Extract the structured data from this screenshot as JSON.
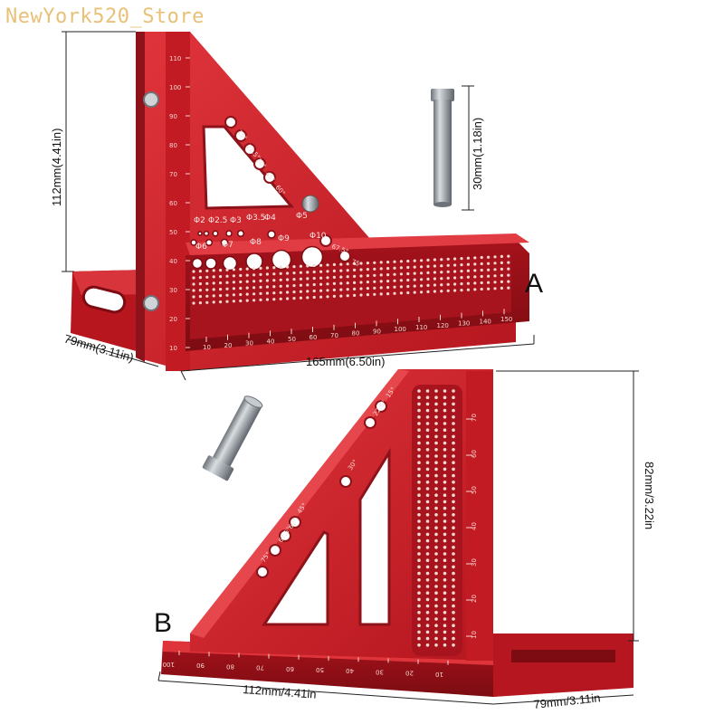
{
  "watermark": "NewYork520_Store",
  "product_a": {
    "label": "A",
    "height_dim": "112mm(4.41in)",
    "width_dim": "165mm(6.50in)",
    "depth_dim": "79mm(3.11in)",
    "pin_dim": "30mm(1.18in)",
    "hole_labels": [
      "Φ2",
      "Φ2.5",
      "Φ3",
      "Φ3.5",
      "Φ4",
      "Φ5",
      "Φ6",
      "Φ7",
      "Φ8",
      "Φ9",
      "Φ10"
    ],
    "angle_labels": [
      "15°",
      "22.5°",
      "30°",
      "45°",
      "60°",
      "67.5°",
      "75°"
    ],
    "bottom_scale": [
      "10",
      "20",
      "30",
      "40",
      "50",
      "60",
      "70",
      "80",
      "90",
      "100",
      "110",
      "120",
      "130",
      "140",
      "150"
    ],
    "left_scale": [
      "10",
      "20",
      "30",
      "40",
      "50",
      "60",
      "70",
      "80",
      "90",
      "100",
      "110"
    ]
  },
  "product_b": {
    "label": "B",
    "height_dim": "82mm/3.22in",
    "width_dim": "112mm/4.41in",
    "depth_dim": "79mm/3.11in",
    "right_scale": [
      "10",
      "20",
      "30",
      "40",
      "50",
      "60",
      "70"
    ],
    "bottom_scale": [
      "100",
      "90",
      "80",
      "70",
      "60",
      "50",
      "40",
      "30",
      "20",
      "10"
    ],
    "angle_labels": [
      "15°",
      "22.5°",
      "30°",
      "45°",
      "60°",
      "67.5°",
      "75°"
    ]
  },
  "colors": {
    "anodized_red": "#c8202a",
    "dark_red": "#8e1219",
    "light_red": "#e0454a",
    "steel": "#9ea4aa"
  }
}
